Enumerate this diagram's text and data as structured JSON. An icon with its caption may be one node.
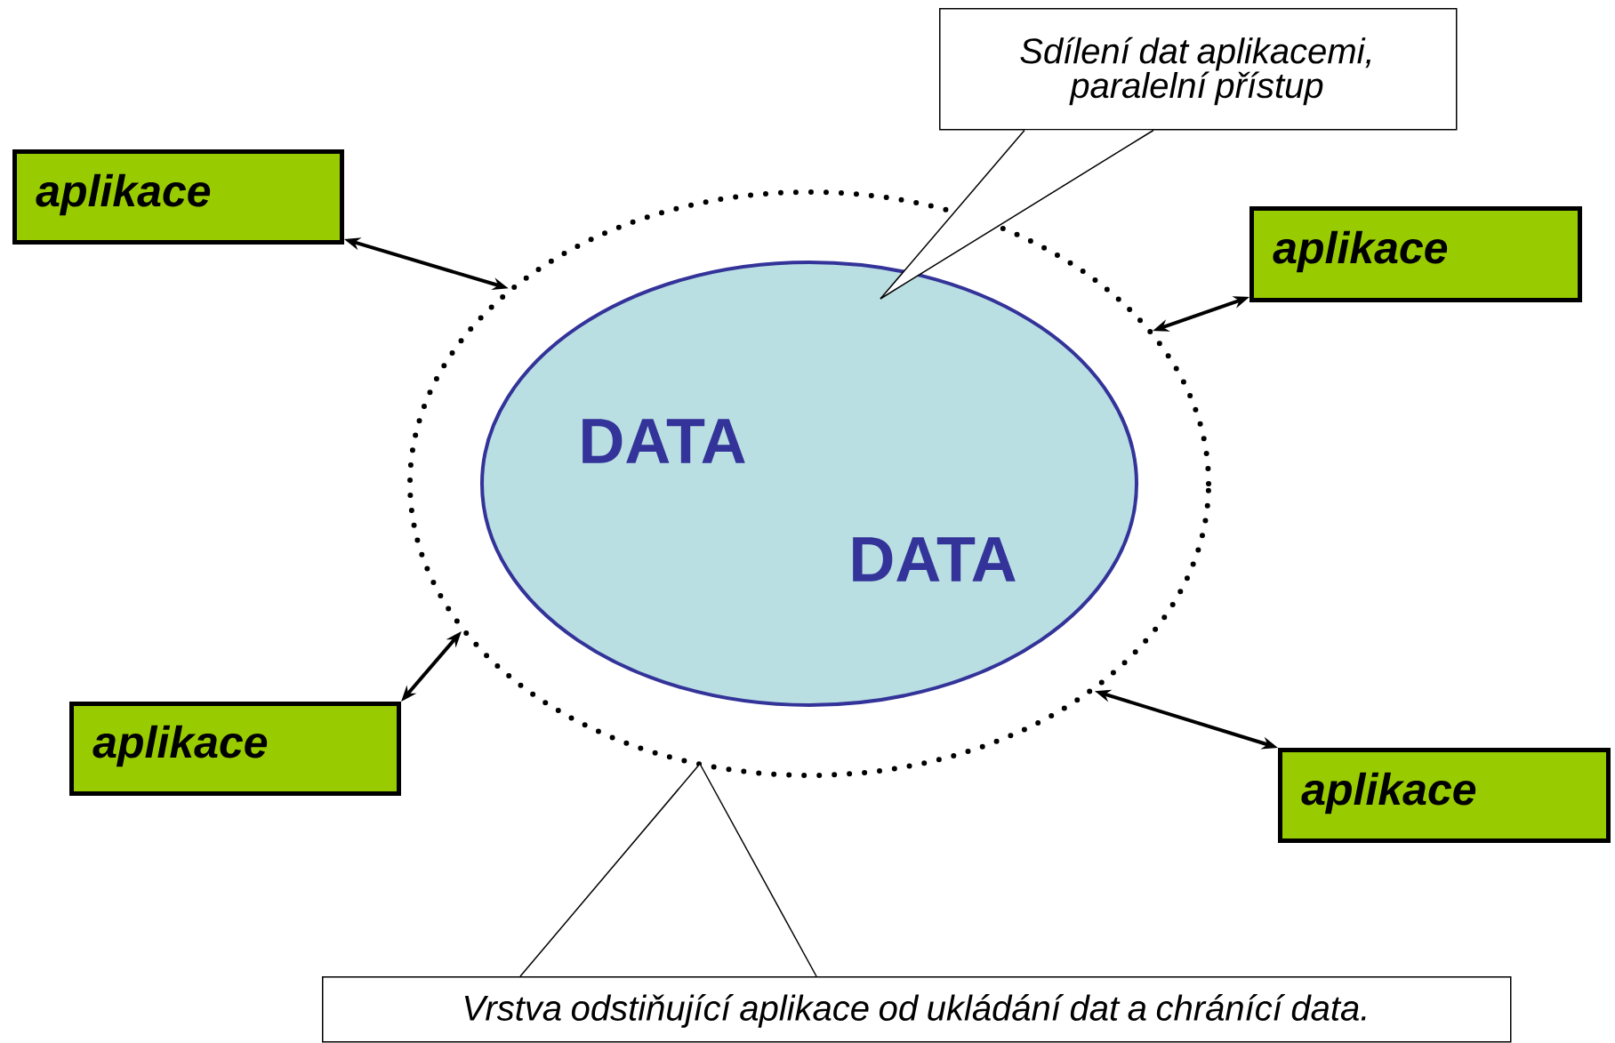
{
  "diagram": {
    "nodes": [
      {
        "text": [],
        "shape": "ellipse"
      },
      {
        "text": [
          "DATA",
          "DATA"
        ],
        "in": 0
      },
      {
        "text": [
          "aplikace"
        ]
      },
      {
        "text": [
          "aplikace"
        ]
      },
      {
        "text": [
          "aplikace"
        ]
      },
      {
        "text": [
          "aplikace"
        ]
      },
      {
        "text": [
          "Sdílení dat aplikacemi, paralelní přístup"
        ]
      },
      {
        "text": [
          "Vrstva odstiňující aplikace od ukládání dat a chránící data."
        ]
      }
    ],
    "edges": [
      {
        "from": 2,
        "to": 0,
        "arrow": "both"
      },
      {
        "from": 3,
        "to": 0,
        "arrow": "both"
      },
      {
        "from": 4,
        "to": 0,
        "arrow": "both"
      },
      {
        "from": 5,
        "to": 0,
        "arrow": "both"
      },
      {
        "from": 6,
        "to": 1,
        "arrow": "none"
      },
      {
        "from": 7,
        "to": 0,
        "arrow": "none"
      }
    ]
  }
}
